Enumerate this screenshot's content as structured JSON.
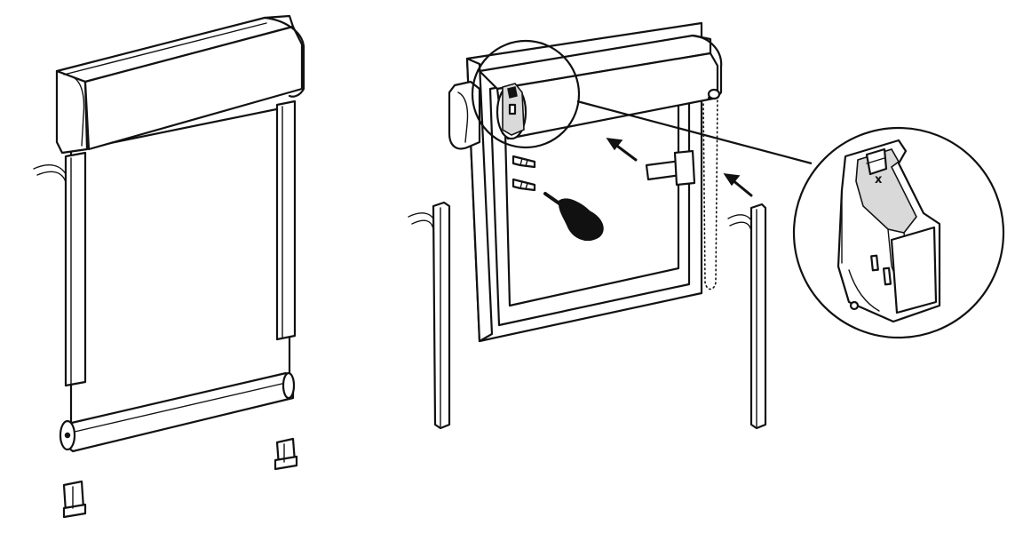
{
  "detail_marker": "x",
  "colors": {
    "line": "#111111",
    "background": "#ffffff",
    "shade": "#d9d9d9"
  },
  "figures": [
    {
      "id": "blind-assembly",
      "parts": [
        "headrail-cassette",
        "fabric-panel",
        "side-guide-left",
        "side-guide-right",
        "bottom-bar",
        "bottom-clip-left",
        "bottom-clip-right"
      ]
    },
    {
      "id": "window-installation",
      "parts": [
        "window-frame",
        "cassette",
        "screws",
        "screwdriver",
        "handle",
        "chain",
        "side-guides",
        "direction-arrows"
      ]
    },
    {
      "id": "bracket-detail",
      "parts": [
        "magnifier-circle",
        "bracket",
        "leader-line"
      ]
    }
  ]
}
